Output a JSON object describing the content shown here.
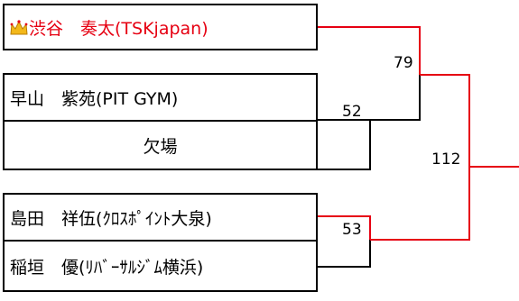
{
  "players": {
    "p1": {
      "name": "渋谷　奏太",
      "team": "(TSKjapan)",
      "crown_icon": "crown-icon"
    },
    "p2": {
      "name": "早山　紫苑",
      "team": "(PIT GYM)"
    },
    "p3": {
      "name": "欠場"
    },
    "p4": {
      "name": "島田　祥伍",
      "team": "(ｸﾛｽﾎﾟｲﾝﾄ大泉)"
    },
    "p5": {
      "name": "稲垣　優",
      "team": "(ﾘﾊﾞｰｻﾙｼﾞﾑ横浜)"
    }
  },
  "matches": {
    "m52": "52",
    "m53": "53",
    "m79": "79",
    "m112": "112"
  },
  "colors": {
    "winner": "#e60012",
    "line": "#000000"
  }
}
